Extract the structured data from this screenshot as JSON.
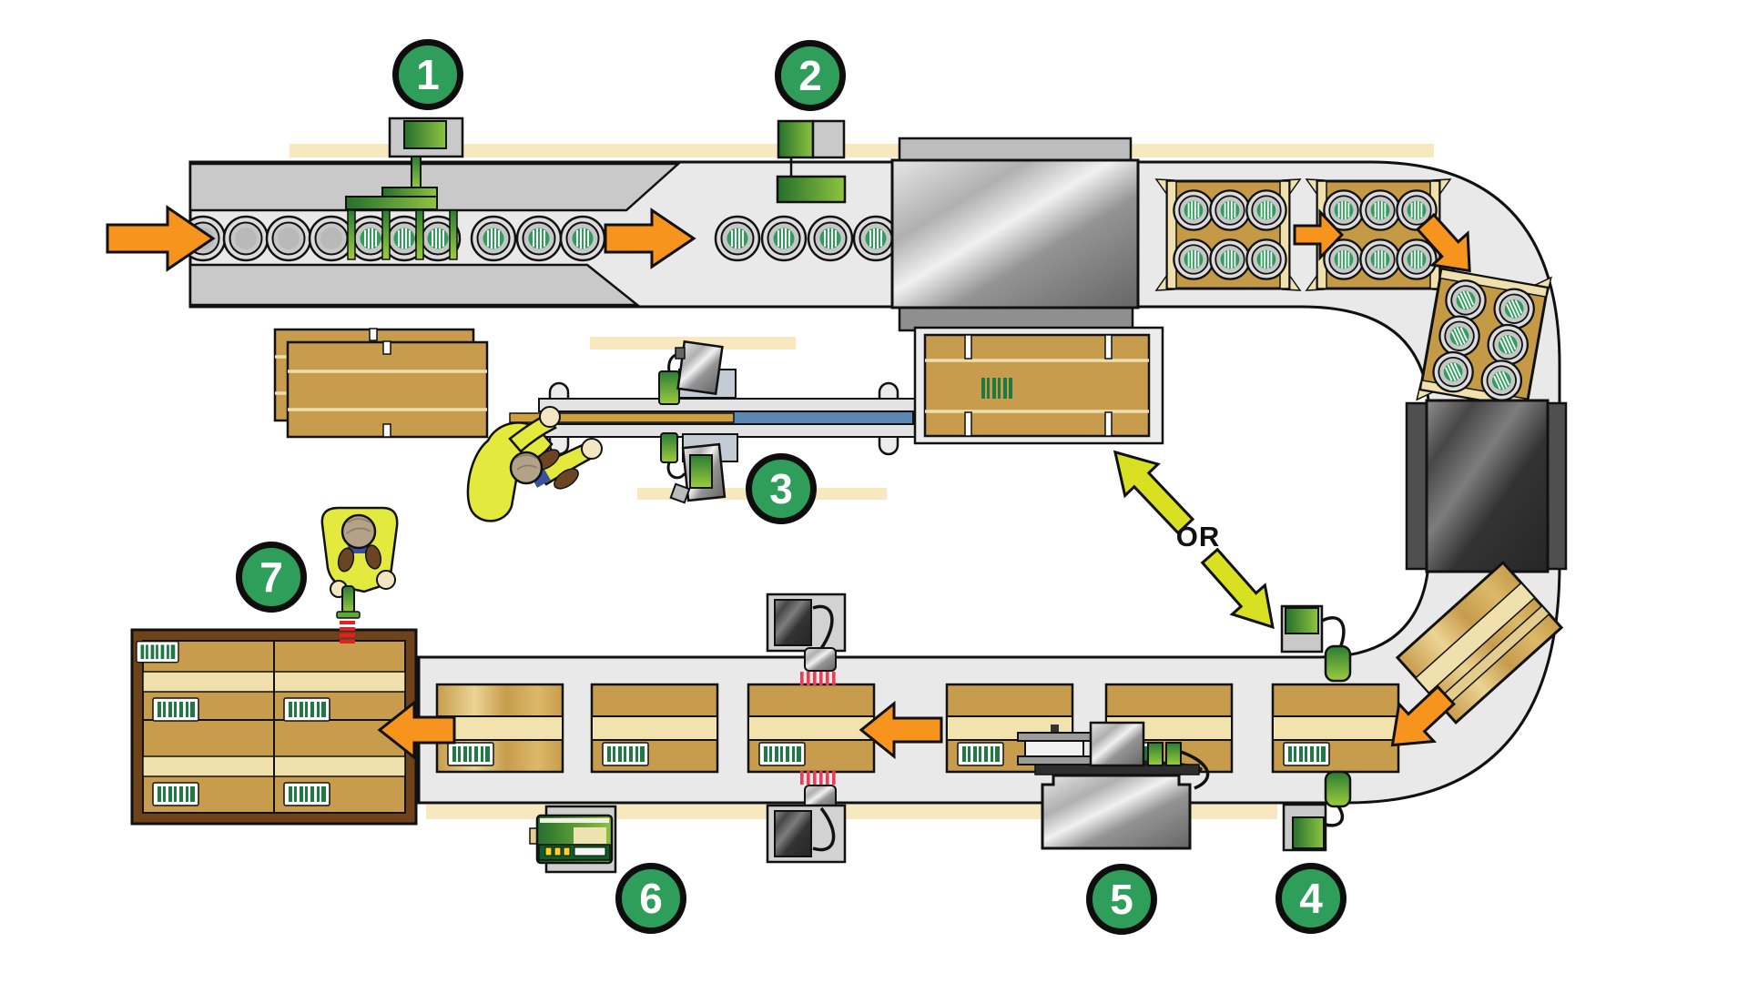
{
  "flow": {
    "or_label": "OR"
  },
  "stations": [
    {
      "number": "1"
    },
    {
      "number": "2"
    },
    {
      "number": "3"
    },
    {
      "number": "4"
    },
    {
      "number": "5"
    },
    {
      "number": "6"
    },
    {
      "number": "7"
    }
  ],
  "colors": {
    "badge_green": "#2f9e5b",
    "conveyor_gray": "#e9e9e9",
    "machine_steel": "#9a9a9a",
    "machine_dark": "#4f4f4f",
    "carton_tan": "#c79c4d",
    "flap_cream": "#efe0ad",
    "stripe_cream": "#f7e8c0",
    "barcode_green": "#1d7a40",
    "device_green_dark": "#2a7d33",
    "device_green_light": "#9ccc3c",
    "arrow_orange": "#f7941d",
    "or_arrow_yellow": "#d9e021",
    "hivis_yellow": "#e3ea3d",
    "rail_blue": "#5b87b4",
    "beam_red": "#ed1c24",
    "pallet_brown": "#6e4319"
  }
}
